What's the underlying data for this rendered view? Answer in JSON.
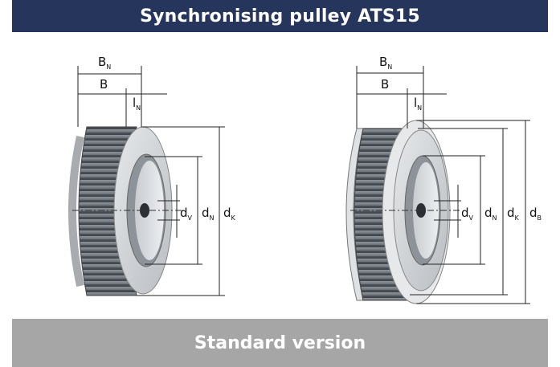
{
  "title": "Synchronising pulley ATS15",
  "footer": "Standard version",
  "labels": {
    "BN": {
      "main": "B",
      "sub": "N"
    },
    "B": {
      "main": "B"
    },
    "lN": {
      "main": "l",
      "sub": "N"
    },
    "dV": {
      "main": "d",
      "sub": "V"
    },
    "dN": {
      "main": "d",
      "sub": "N"
    },
    "dK": {
      "main": "d",
      "sub": "K"
    },
    "dB": {
      "main": "d",
      "sub": "B"
    }
  },
  "colors": {
    "title_bg": "#26355c",
    "footer_bg": "#a6a6a6"
  }
}
